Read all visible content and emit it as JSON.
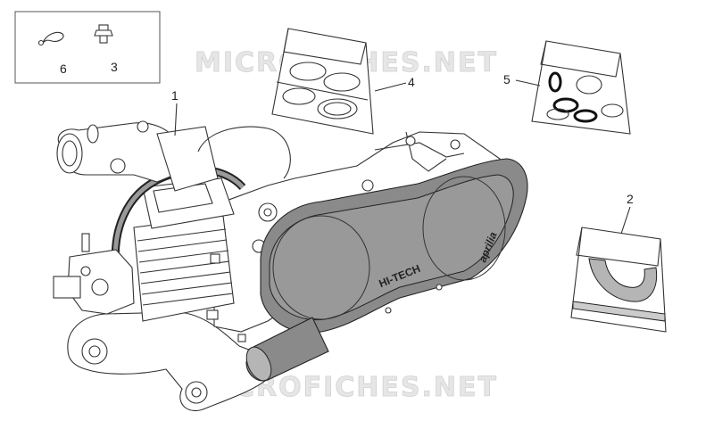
{
  "watermark": {
    "top": "MICROFICHES.NET",
    "bottom": "MICROFICHES.NET"
  },
  "callouts": {
    "c1": "1",
    "c2": "2",
    "c3": "3",
    "c4": "4",
    "c5": "5",
    "c6": "6"
  },
  "cover_text": {
    "brand": "aprilia",
    "tech": "HI-TECH"
  },
  "colors": {
    "cover_fill": "#8a8a8a",
    "line": "#333333",
    "watermark": "#e6e6e6"
  }
}
